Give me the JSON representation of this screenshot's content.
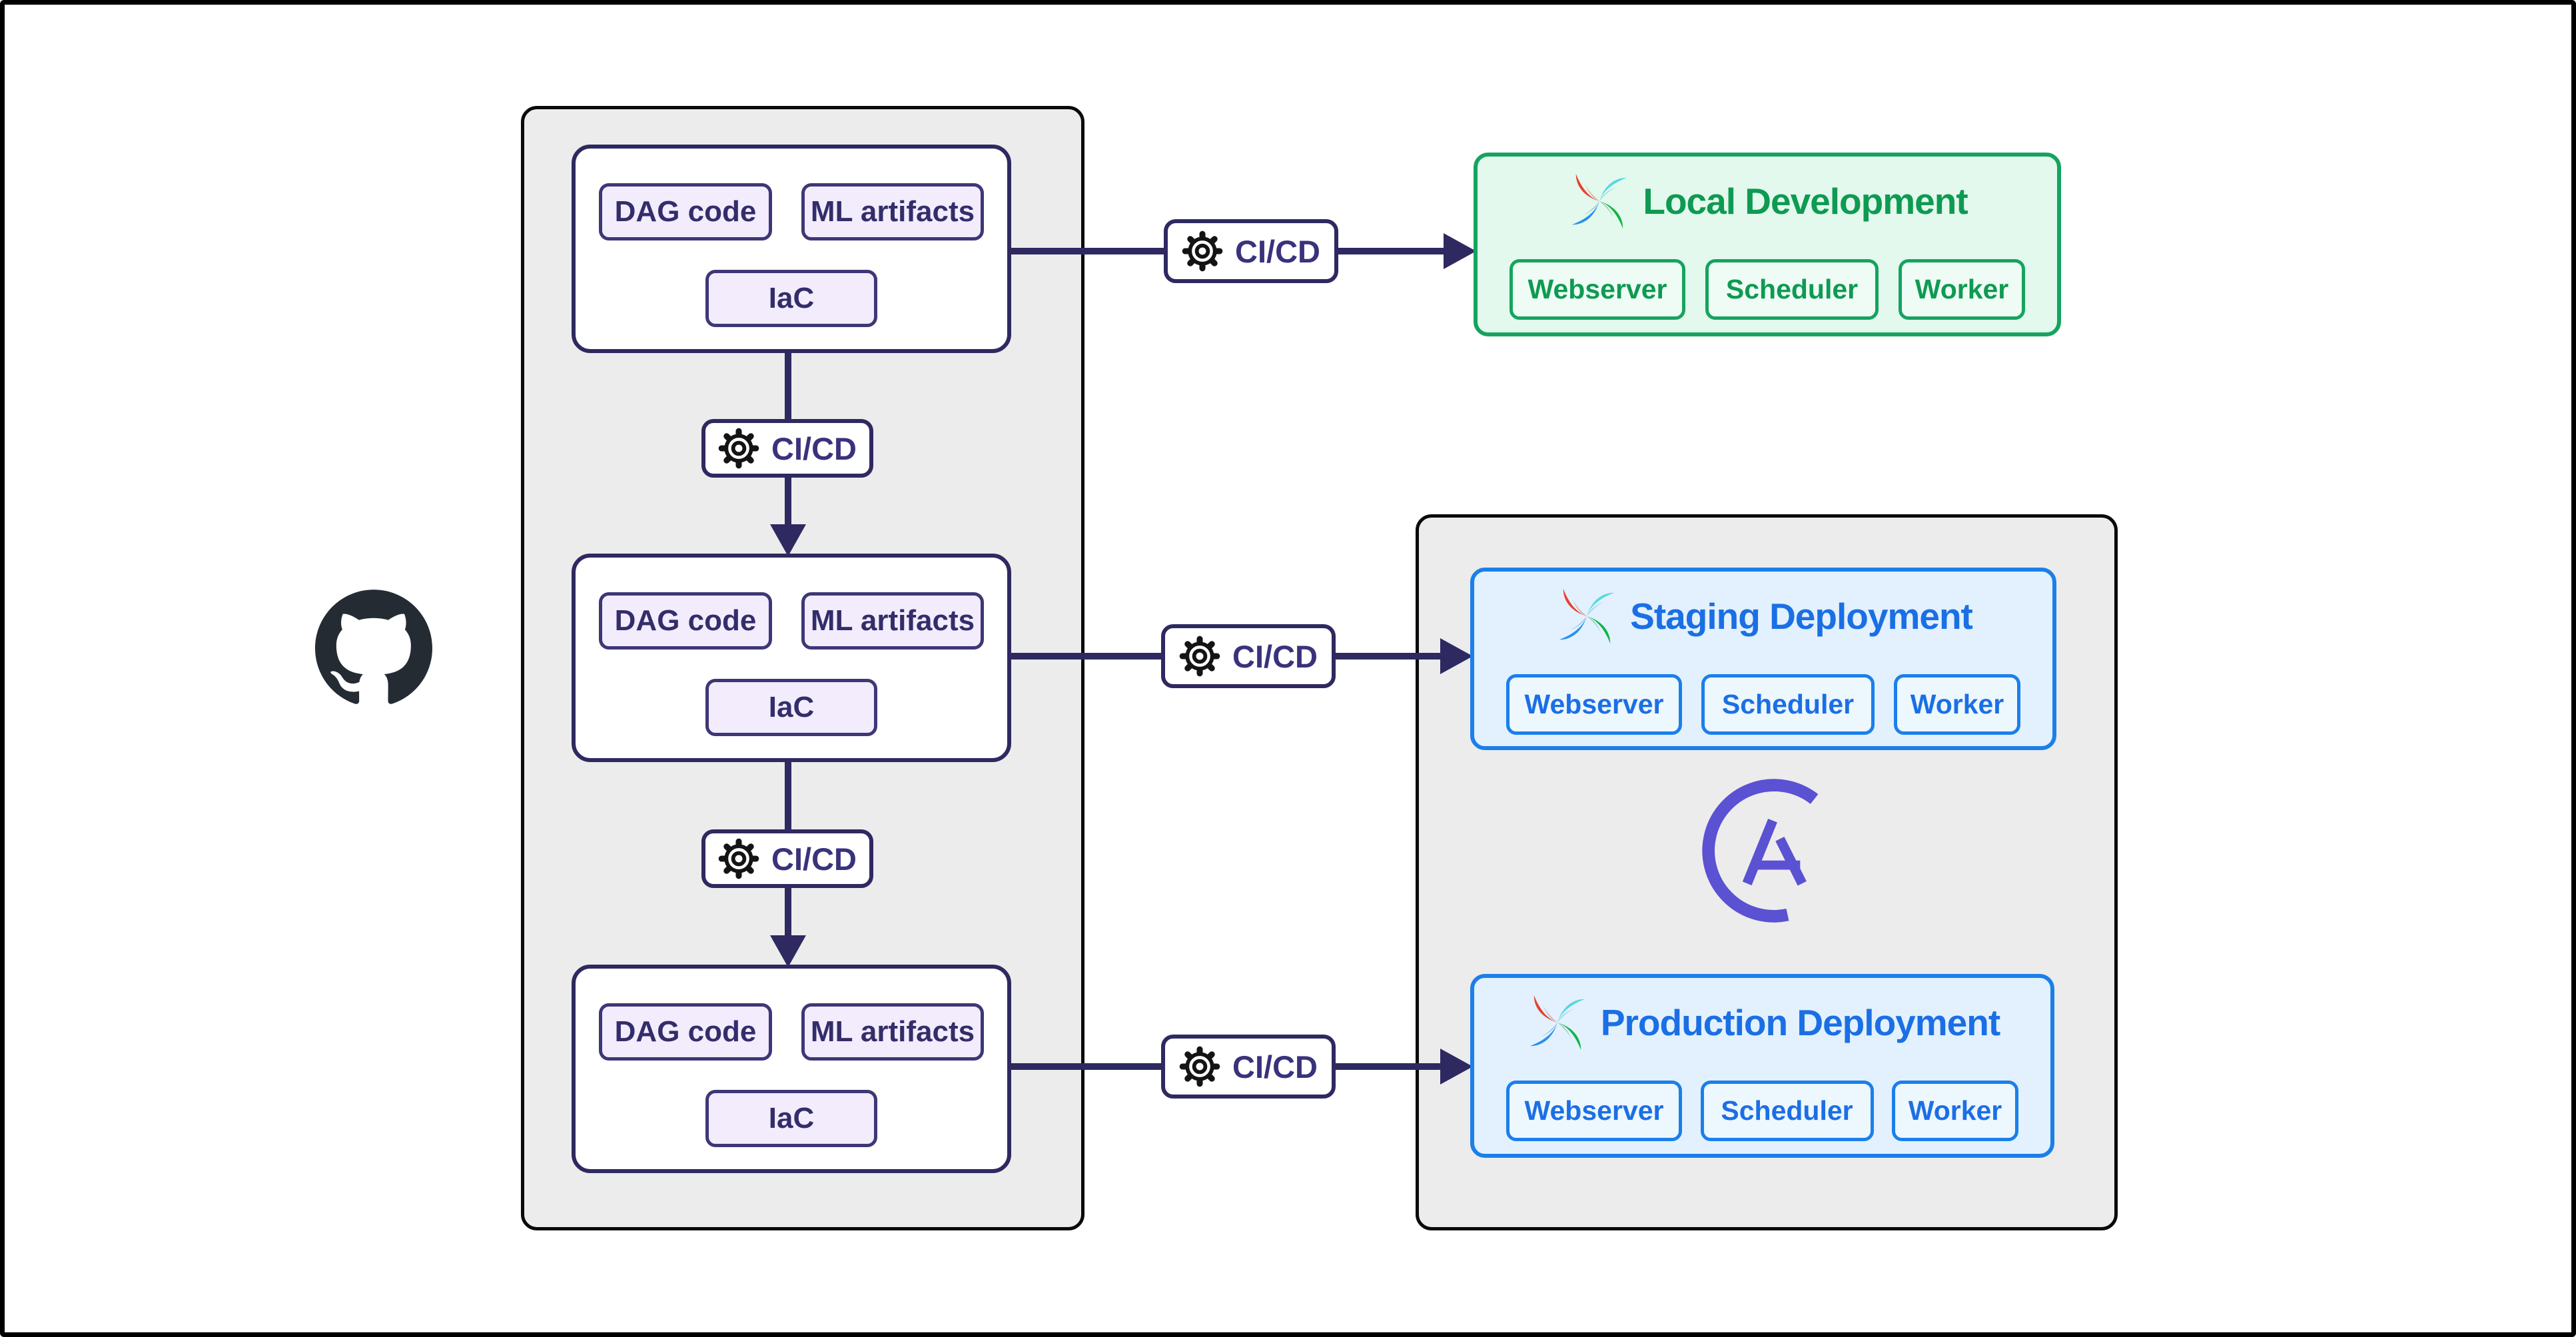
{
  "colors": {
    "line_navy": "#2e2960",
    "chip_lavender_bg": "#f2ecfc",
    "group_gray": "#ececec",
    "green_accent": "#16a35f",
    "blue_accent": "#1b7fea",
    "astronomer_purple": "#5b51d3",
    "github_dark": "#252b33"
  },
  "cicd": {
    "label": "CI/CD",
    "icon": "gear-icon"
  },
  "source": {
    "repos": [
      {
        "chips": [
          "DAG code",
          "ML artifacts",
          "IaC"
        ]
      },
      {
        "chips": [
          "DAG code",
          "ML artifacts",
          "IaC"
        ]
      },
      {
        "chips": [
          "DAG code",
          "ML artifacts",
          "IaC"
        ]
      }
    ]
  },
  "deployments": {
    "local": {
      "title": "Local Development",
      "components": [
        "Webserver",
        "Scheduler",
        "Worker"
      ],
      "accent": "#16a35f"
    },
    "staging": {
      "title": "Staging Deployment",
      "components": [
        "Webserver",
        "Scheduler",
        "Worker"
      ],
      "accent": "#1b7fea"
    },
    "production": {
      "title": "Production Deployment",
      "components": [
        "Webserver",
        "Scheduler",
        "Worker"
      ],
      "accent": "#1b7fea"
    }
  },
  "icons": {
    "github": "github-octocat-icon",
    "airflow": "airflow-pinwheel-icon",
    "astronomer": "astronomer-a-icon",
    "gear": "gear-icon"
  }
}
